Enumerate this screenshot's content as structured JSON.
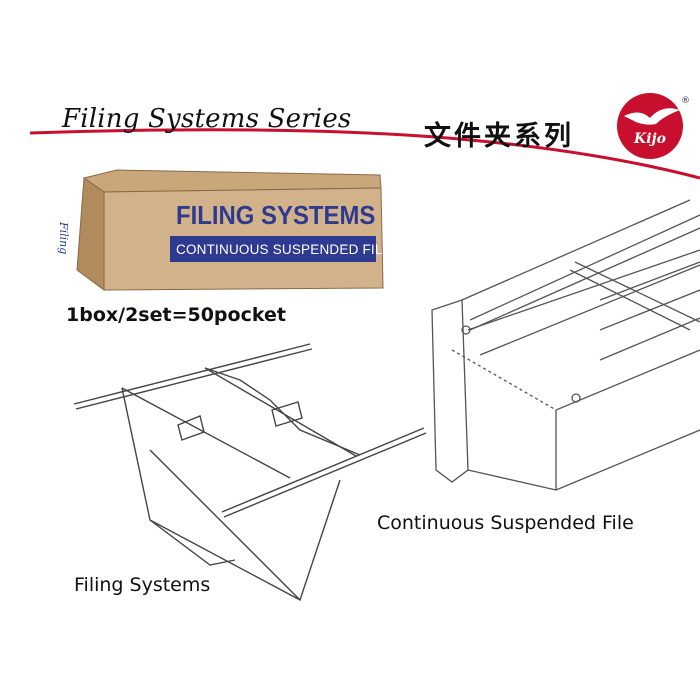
{
  "header": {
    "series_title": "Filing Systems Series",
    "chinese_title": "文件夹系列",
    "brand": "Kijo",
    "registered_mark": "®",
    "accent_color": "#c8102e"
  },
  "box": {
    "print_title": "FILING SYSTEMS",
    "print_subtitle": "CONTINUOUS SUSPENDED FILE",
    "side_text": "Filing"
  },
  "captions": {
    "box_count": "1box/2set=50pocket",
    "suspended_file": "Continuous Suspended File",
    "filing_systems": "Filing Systems"
  }
}
